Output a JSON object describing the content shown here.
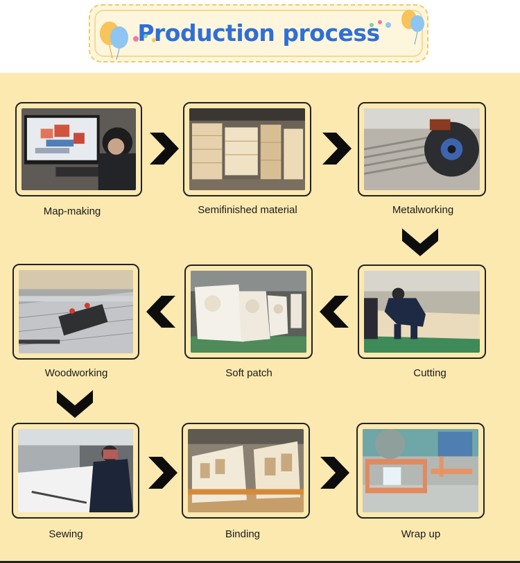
{
  "header": {
    "title": "Production process"
  },
  "steps": [
    {
      "label": "Map-making"
    },
    {
      "label": "Semifinished material"
    },
    {
      "label": "Metalworking"
    },
    {
      "label": "Cutting"
    },
    {
      "label": "Soft patch"
    },
    {
      "label": "Woodworking"
    },
    {
      "label": "Sewing"
    },
    {
      "label": "Binding"
    },
    {
      "label": "Wrap up"
    }
  ]
}
